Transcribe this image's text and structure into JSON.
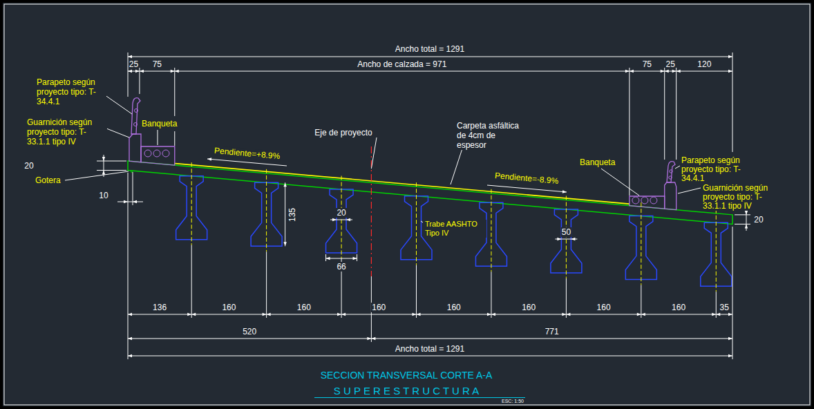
{
  "diagram": {
    "title": "SECCION TRANSVERSAL CORTE A-A",
    "labels": [
      "Ancho total = 1291",
      "25",
      "75",
      "Ancho de calzada = 971",
      "75",
      "25",
      "120",
      "Parapeto según proyecto tipo: T-34.4.1",
      "Guarnición según proyecto tipo: T-33.1.1 tipo IV",
      "Banqueta",
      "20",
      "Gotera",
      "10",
      "Pendiente=+8.9%",
      "Eje de proyecto",
      "Carpeta asfáltica de 4cm de espesor",
      "Pendiente=-8.9%",
      "Banqueta",
      "Parapeto según proyecto tipo: T-34.4.1",
      "Guarnición según proyecto tipo: T-33.1.1 tipo IV",
      "20",
      "135",
      "20",
      "66",
      "Trabe AASHTO Tipo IV",
      "50",
      "136",
      "160",
      "160",
      "160",
      "160",
      "160",
      "160",
      "160",
      "35",
      "520",
      "771",
      "Ancho total = 1291",
      "S U P E R E S T R U C T U R A",
      "ESC: 1:50"
    ]
  }
}
